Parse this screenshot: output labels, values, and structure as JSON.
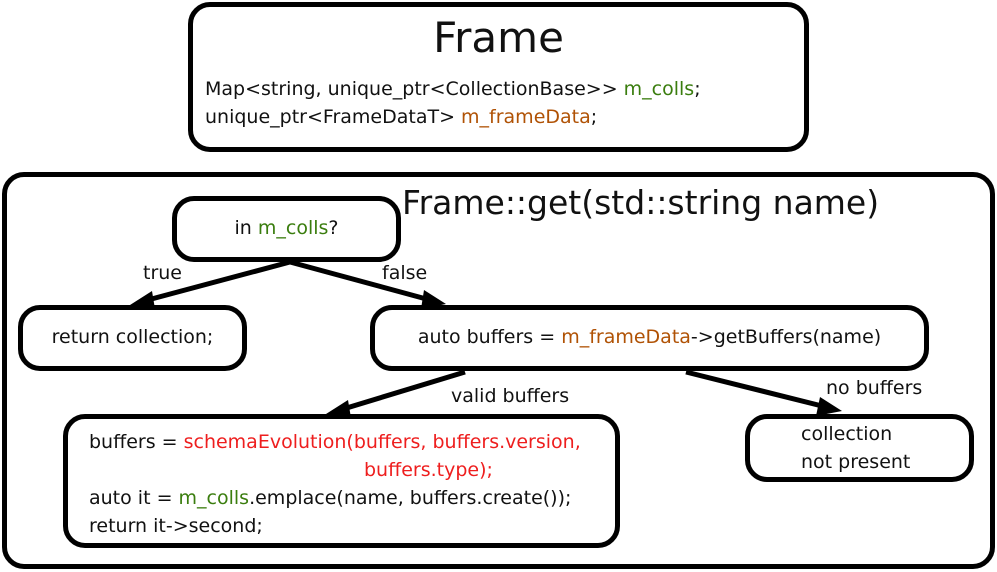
{
  "colors": {
    "member": "#3a7d0e",
    "frame_data": "#b05205",
    "schema_evolution": "#ee1e1e",
    "stroke": "#000000"
  },
  "frame": {
    "title": "Frame",
    "line1_prefix": "Map<string, unique_ptr<CollectionBase>> ",
    "line1_member": "m_colls",
    "line1_suffix": ";",
    "line2_prefix": "unique_ptr<FrameDataT> ",
    "line2_member": "m_frameData",
    "line2_suffix": ";"
  },
  "get": {
    "title": "Frame::get(std::string name)",
    "check": {
      "prefix": "in ",
      "member": "m_colls",
      "suffix": "?"
    },
    "edge_true": "true",
    "edge_false": "false",
    "return_collection": "return collection;",
    "buffers_stmt": {
      "prefix": "auto buffers = ",
      "member": "m_frameData",
      "suffix": "->getBuffers(name)"
    },
    "edge_valid": "valid buffers",
    "edge_none": "no buffers",
    "not_present_line1": "collection",
    "not_present_line2": "not present",
    "evolve": {
      "l1_prefix": "buffers = ",
      "l1_call": "schemaEvolution(buffers, buffers.version,",
      "l2_call": "buffers.type);",
      "l3_prefix": "auto it = ",
      "l3_member": "m_colls",
      "l3_suffix": ".emplace(name, buffers.create());",
      "l4": "return it->second;"
    }
  }
}
